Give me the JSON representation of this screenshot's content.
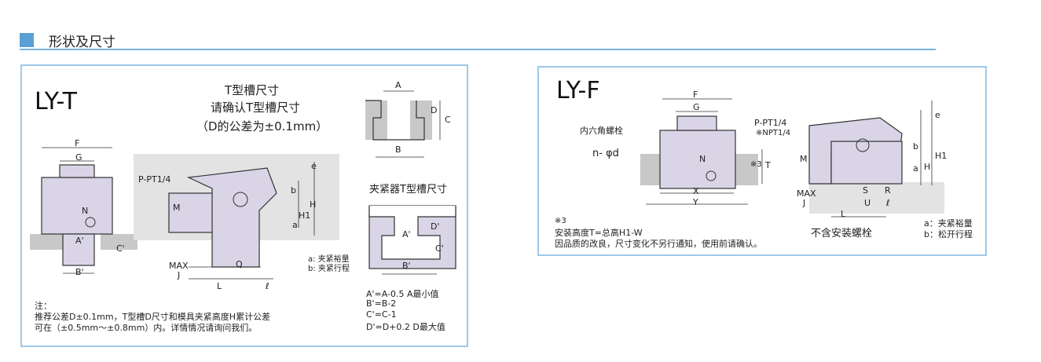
{
  "section": {
    "title": "形状及尺寸"
  },
  "ly_t": {
    "model": "LY-T",
    "heading": [
      "T型槽尺寸",
      "请确认T型槽尺寸",
      "（D的公差为±0.1mm）"
    ],
    "clamp_slot_title": "夹紧器T型槽尺寸",
    "labels": {
      "F": "F",
      "G": "G",
      "N": "N",
      "A_prime": "A'",
      "B_prime": "B'",
      "C_prime": "C'",
      "D_prime": "D'",
      "p_pt": "P-PT1/4",
      "M": "M",
      "MAX": "MAX",
      "J": "J",
      "L": "L",
      "Q": "Q",
      "l": "ℓ",
      "b": "b",
      "e": "e",
      "H": "H",
      "a": "a",
      "H1": "H1",
      "A": "A",
      "B": "B",
      "C": "C",
      "D": "D"
    },
    "legend": [
      "a: 夹紧裕量",
      "b: 夹紧行程"
    ],
    "notes": [
      "注：",
      "推荐公差D±0.1mm，T型槽D尺寸和模具夹紧高度H累计公差",
      "可在（±0.5mm～±0.8mm）内。详情情况请询问我们。"
    ],
    "formulas": [
      "A'=A-0.5  A最小值",
      "B'=B-2",
      "C'=C-1",
      "D'=D+0.2  D最大值"
    ]
  },
  "ly_f": {
    "model": "LY-F",
    "hex_bolt": "内六角螺栓",
    "n_phi_d": "n- φd",
    "p_pt": "P-PT1/4",
    "npt": "※NPT1/4",
    "labels": {
      "F": "F",
      "G": "G",
      "N": "N",
      "X": "X",
      "Y": "Y",
      "note3": "※3",
      "T": "T",
      "M": "M",
      "MAX": "MAX",
      "J": "J",
      "S": "S",
      "R": "R",
      "U": "U",
      "L": "L",
      "l": "ℓ",
      "e": "e",
      "H": "H",
      "H1": "H1",
      "a": "a",
      "b": "b"
    },
    "no_bolt": "不含安装螺栓",
    "legend": [
      "a：夹紧裕量",
      "b：松开行程"
    ],
    "notes": [
      "※3",
      "安装高度T=总高H1-W",
      "因品质的改良，尺寸变化不另行通知，使用前请确认。"
    ]
  },
  "colors": {
    "accent": "#5aa0d4",
    "panel_border": "#9fc9e7",
    "body_fill": "#d9d4e6",
    "plate": "#bdbdbd"
  }
}
